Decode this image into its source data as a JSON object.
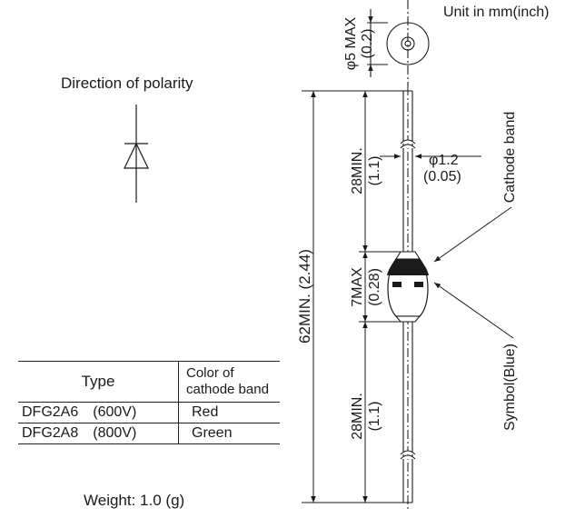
{
  "unit_label": "Unit in mm(inch)",
  "polarity": {
    "title": "Direction of polarity"
  },
  "dimensions": {
    "body_dia_mm": "φ5 MAX",
    "body_dia_in": "(0.2)",
    "lead_dia_mm": "φ1.2",
    "lead_dia_in": "(0.05)",
    "total_len": "62MIN. (2.44)",
    "lead_top_mm": "28MIN.",
    "lead_top_in": "(1.1)",
    "body_len_mm": "7MAX",
    "body_len_in": "(0.28)",
    "lead_bot_mm": "28MIN.",
    "lead_bot_in": "(1.1)"
  },
  "callouts": {
    "cathode_band": "Cathode band",
    "symbol": "Symbol(Blue)"
  },
  "table": {
    "header_type": "Type",
    "header_color_line1": "Color of",
    "header_color_line2": "cathode band",
    "rows": [
      {
        "model": "DFG2A6",
        "voltage": "(600V)",
        "color": "Red"
      },
      {
        "model": "DFG2A8",
        "voltage": "(800V)",
        "color": "Green"
      }
    ]
  },
  "weight": "Weight: 1.0 (g)"
}
